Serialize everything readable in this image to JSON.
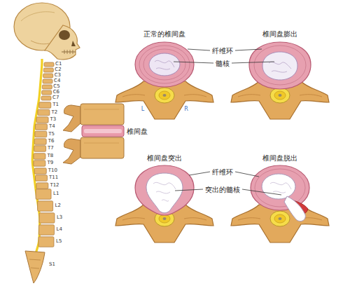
{
  "diagram": {
    "labels": [
      "C1",
      "C2",
      "C3",
      "C4",
      "C5",
      "C6",
      "C7",
      "T1",
      "T2",
      "T3",
      "T4",
      "T5",
      "T6",
      "T7",
      "T8",
      "T9",
      "T10",
      "T11",
      "T12",
      "L1",
      "L2",
      "L3",
      "L4",
      "L5",
      "S1",
      "椎间盘",
      "正常的椎间盘",
      "椎间盘膨出",
      "纤维环",
      "髓核",
      "L",
      "R",
      "椎间盘突出",
      "椎间盘脱出",
      "纤维环",
      "突出的髓核"
    ]
  }
}
